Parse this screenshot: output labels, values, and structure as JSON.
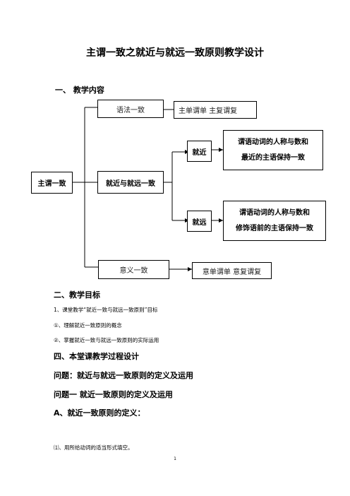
{
  "title": "主谓一致之就近与就远一致原则教学设计",
  "section1": {
    "label": "一、 教学内容"
  },
  "diagram": {
    "root": "主谓一致",
    "grammar": "语法一致",
    "grammar_rule": "主单谓单  主复谓复",
    "near_far": "就近与就远一致",
    "near": "就近",
    "near_desc": [
      "谓语动词的人称与数和",
      "最近的主语保持一致"
    ],
    "far": "就远",
    "far_desc": [
      "谓语动词的人称与数和",
      "修饰语前的主语保持一致"
    ],
    "meaning": "意义一致",
    "meaning_rule": "意单谓单  意复谓复"
  },
  "section2": {
    "label": "二、教学目标",
    "items": [
      "1、课堂教学“就近一致与就远一致原则”目标",
      "①、理解就近一致原则的概念",
      "②、掌握就近一致与就远一致原则的实际运用"
    ]
  },
  "section4": {
    "label": "四、本堂课教学过程设计"
  },
  "question": "问题：就近与就远一致原则的定义及运用",
  "question1": "问题一 就近一致原则的定义及运用",
  "subA": "A、就近一致原则的定义：",
  "exercise": "⑴、用所给动词的适当形式填空。",
  "page_number": "1"
}
